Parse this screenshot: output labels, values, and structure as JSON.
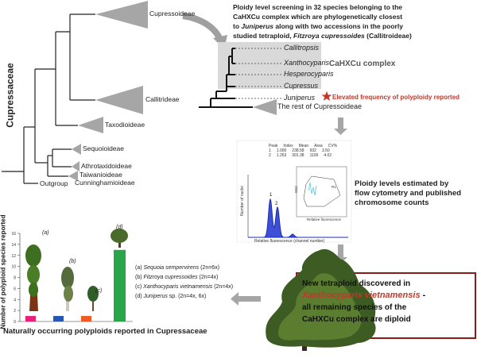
{
  "main_tree": {
    "family": "Cupressaceae",
    "clades": [
      "Cupressoideae",
      "Callitrideae",
      "Taxodioideae",
      "Sequoioideae",
      "Athrotaxidoideae",
      "Taiwanioideae",
      "Cunninghamioideae"
    ],
    "outgroup": "Outgroup"
  },
  "intro": {
    "line1": "Ploidy level screening in 32 species belonging to the",
    "line2": "CaHXCu complex which are phylogenetically closest",
    "line3a": "to ",
    "line3b": "Juniperus",
    "line3c": " along with two accessions in the poorly",
    "line4a": "studied tetraploid, ",
    "line4b": "Fitzroya cupressoides",
    "line4c": " (Callitroideae)"
  },
  "complex_tree": {
    "taxa": [
      "Callitropsis",
      "Xanthocyparis",
      "Hesperocyparis",
      "Cupressus",
      "Juniperus"
    ],
    "complex_label": "CaHXCu complex",
    "juniperus_note": "Elevated frequency of polyploidy reported",
    "rest": "The rest of Cupressoideae"
  },
  "flow": {
    "table_header": [
      "Peak",
      "Index",
      "Mean",
      "Area",
      "CV%"
    ],
    "rows": [
      [
        "1",
        "1.000",
        "238.58",
        "932",
        "3.50"
      ],
      [
        "2",
        "1.263",
        "301.38",
        "1106",
        "4.02"
      ]
    ],
    "ylabel": "Number of nuclei",
    "xlabel": "Relative fluorescence (channel number)",
    "peak1": "1",
    "peak2": "2",
    "inset_ylabel": "SSC",
    "inset_xlabel": "Relative fluorescence",
    "inset_mark": "R1"
  },
  "flow_caption": [
    "Ploidy levels estimated by",
    "flow cytometry and published",
    "chromosome counts"
  ],
  "result_box": {
    "line1": "New tetraploid discovered in",
    "line2": "Xanthocyparis vietnamensis",
    "line2_suffix": " -",
    "line3": "all remaining species of the",
    "line4": "CaHXCu complex are diploid"
  },
  "chart_data": {
    "type": "bar",
    "categories": [
      "(a)",
      "(b)",
      "(c)",
      "(d)"
    ],
    "values": [
      1,
      1,
      1,
      13
    ],
    "colors": [
      "#e8207c",
      "#2356b8",
      "#f05a22",
      "#2aa64a"
    ],
    "ylabel": "Number of polyploid species reported",
    "yticks": [
      0,
      2,
      4,
      6,
      8,
      10,
      12,
      14,
      16
    ],
    "ylim": [
      0,
      16
    ],
    "title": "Naturally occurring polyploids reported in Cupressaceae",
    "legend": [
      {
        "key": "(a) ",
        "name": "Sequoia sempervirens",
        "ploidy": " (2n=6x)"
      },
      {
        "key": "(b) ",
        "name": "Fitzroya cupressoides",
        "ploidy": " (2n=4x)"
      },
      {
        "key": "(c) ",
        "name": "Xanthocyparis vietnamensis",
        "ploidy": " (2n=4x)"
      },
      {
        "key": "(d) ",
        "name": "Juniperus",
        "ploidy": " sp. (2n=4x, 6x)"
      }
    ]
  },
  "colors": {
    "accent_red": "#c0392b",
    "box_border": "#8b1a1a",
    "grey_arrow": "#999999",
    "complex_bg": "#d9d9d9"
  }
}
